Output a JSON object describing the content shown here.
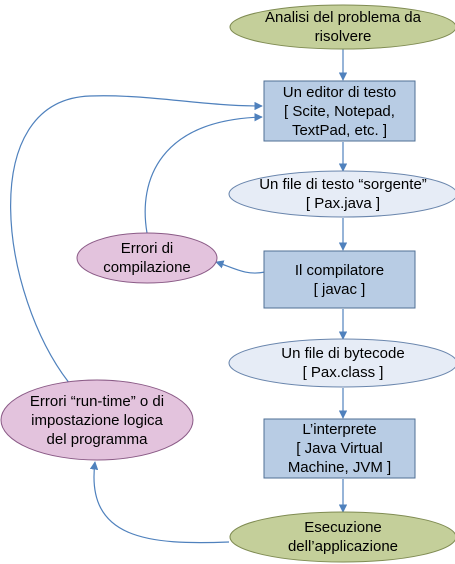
{
  "colors": {
    "olive_fill": "#c4cf9a",
    "olive_stroke": "#7f8b52",
    "blue_box_fill": "#b8cce4",
    "blue_box_stroke": "#4f6f95",
    "light_ellipse_fill": "#e6ecf6",
    "light_ellipse_stroke": "#6a86ad",
    "pink_fill": "#e3c3dd",
    "pink_stroke": "#8a5a86",
    "arrow": "#4f81bd"
  },
  "nodes": {
    "analisi": {
      "lines": [
        "Analisi del problema da",
        "risolvere"
      ]
    },
    "editor": {
      "lines": [
        "Un editor di testo",
        "[ Scite, Notepad,",
        "TextPad, etc. ]"
      ]
    },
    "file_sorgente": {
      "lines": [
        "Un file di testo “sorgente”",
        "[ Pax.java ]"
      ]
    },
    "compilatore": {
      "lines": [
        "Il compilatore",
        "[ javac ]"
      ]
    },
    "errori_compilazione": {
      "lines": [
        "Errori di",
        "compilazione"
      ]
    },
    "file_bytecode": {
      "lines": [
        "Un file di bytecode",
        "[ Pax.class ]"
      ]
    },
    "interprete": {
      "lines": [
        "L’interprete",
        "[ Java Virtual",
        "Machine, JVM ]"
      ]
    },
    "errori_runtime": {
      "lines": [
        "Errori “run-time” o di",
        "impostazione logica",
        "del programma"
      ]
    },
    "esecuzione": {
      "lines": [
        "Esecuzione",
        "dell’applicazione"
      ]
    }
  }
}
